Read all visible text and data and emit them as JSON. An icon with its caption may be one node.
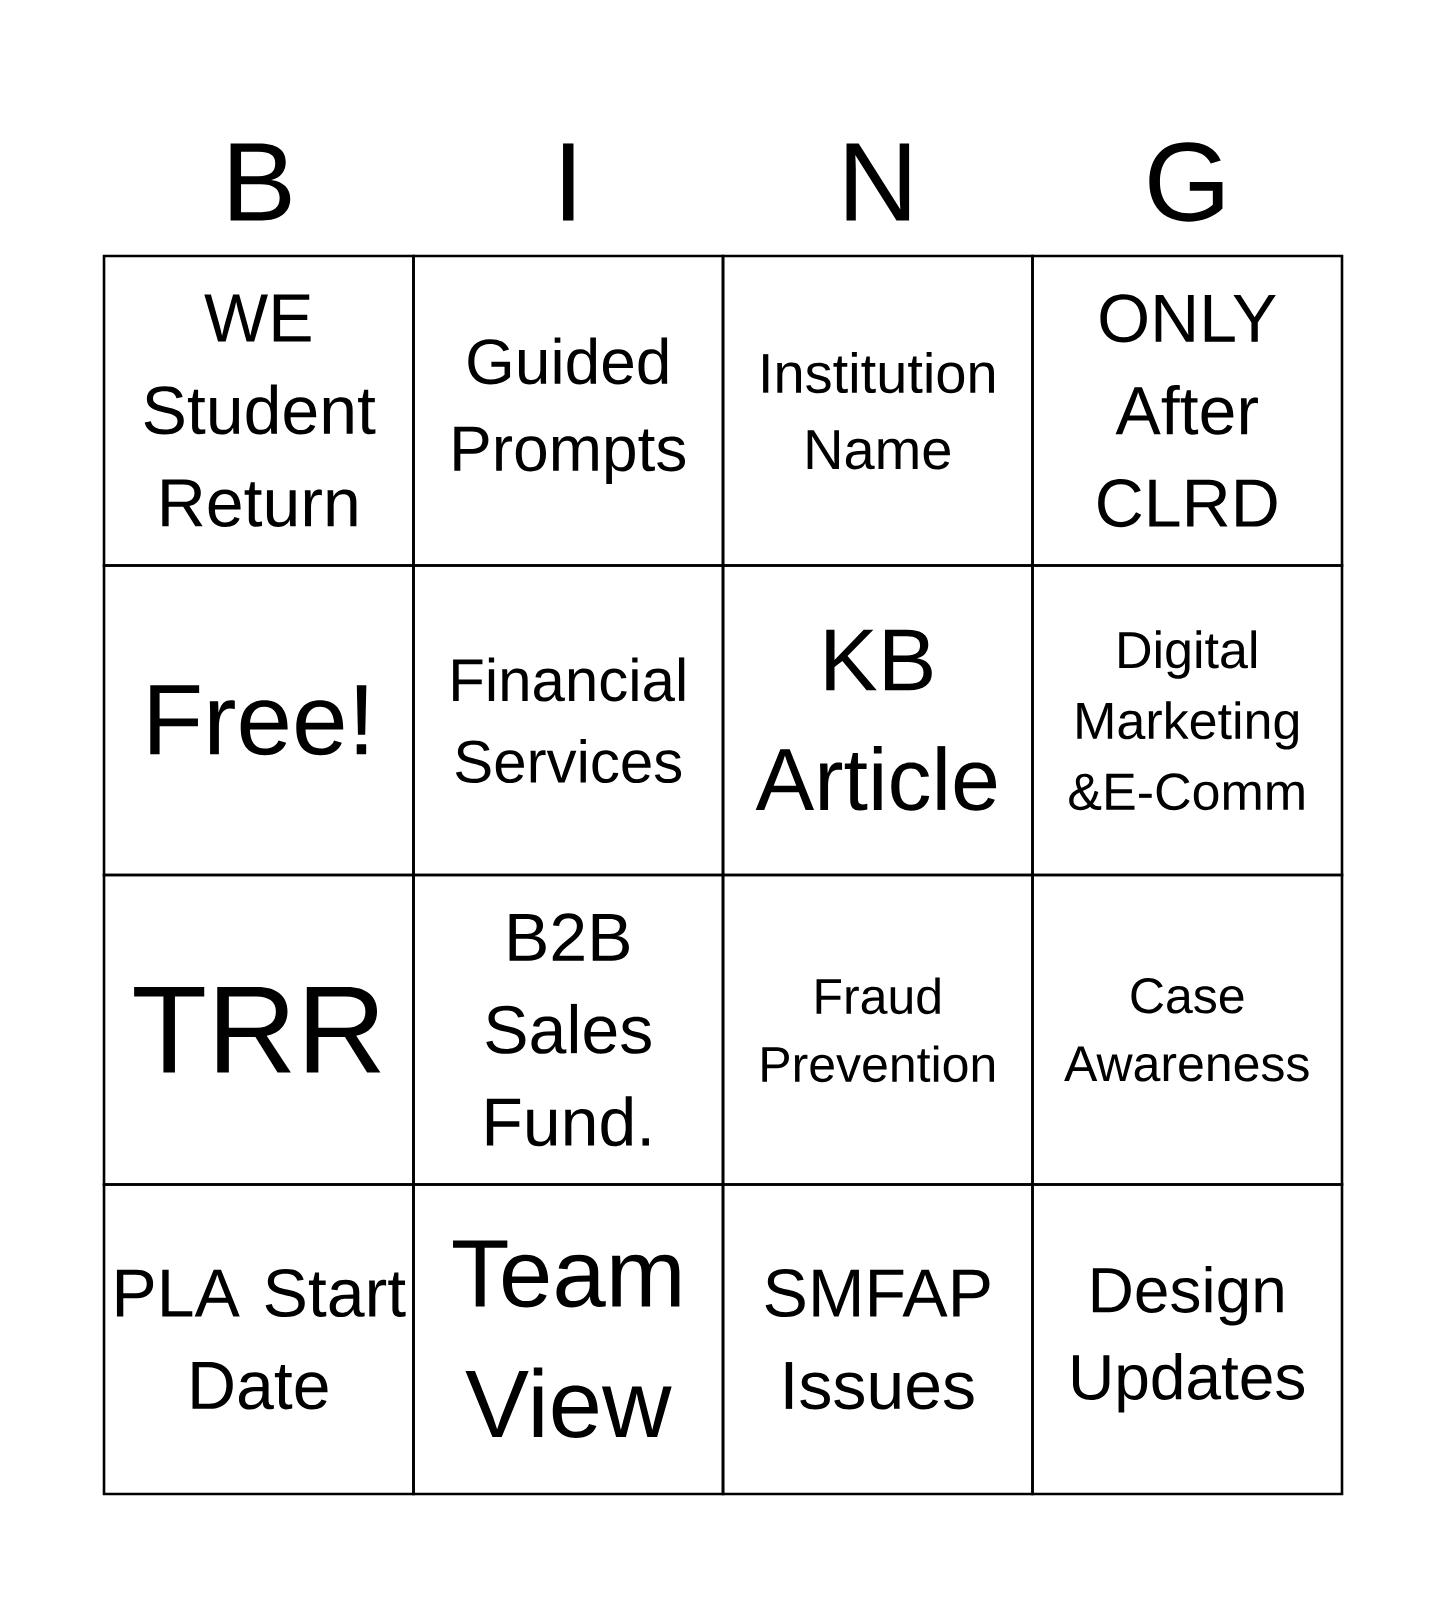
{
  "diagram": {
    "nodes": [
      {
        "text": [
          "WE Student Return"
        ]
      },
      {
        "text": [
          "Guided Prompts"
        ]
      },
      {
        "text": [
          "Institution Name"
        ]
      },
      {
        "text": [
          "ONLY After CLRD"
        ]
      },
      {
        "text": [
          "Free!"
        ]
      },
      {
        "text": [
          "Financial Services"
        ]
      },
      {
        "text": [
          "KB Article"
        ]
      },
      {
        "text": [
          "Digital Marketing &E-Comm"
        ]
      },
      {
        "text": [
          "TRR"
        ]
      },
      {
        "text": [
          "B2B Sales Fund."
        ]
      },
      {
        "text": [
          "Fraud Prevention"
        ]
      },
      {
        "text": [
          "Case Awareness"
        ]
      },
      {
        "text": [
          "PLA Start Date"
        ]
      },
      {
        "text": [
          "Team View"
        ]
      },
      {
        "text": [
          "SMFAP Issues"
        ]
      },
      {
        "text": [
          "Design Updates"
        ]
      }
    ],
    "labels": [
      "B",
      "I",
      "N",
      "G"
    ]
  }
}
